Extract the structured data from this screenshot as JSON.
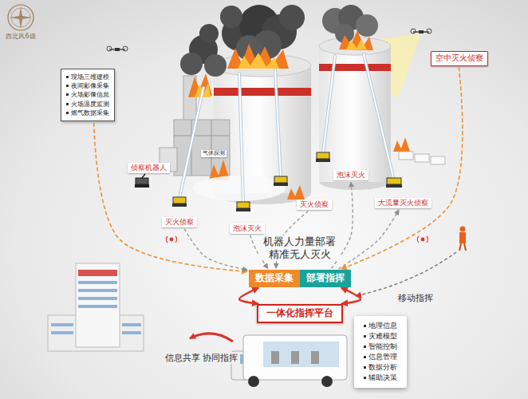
{
  "diagram": {
    "nodes": [
      {
        "text": [
          "现场三维建模",
          "夜间影像采集",
          "火场影像信息",
          "火场温度监测",
          "燃气数据采集"
        ]
      },
      {
        "text": [
          "气体探测"
        ]
      },
      {
        "text": [
          "侦察机器人"
        ]
      },
      {
        "text": [
          "灭火侦察"
        ]
      },
      {
        "text": [
          "泡沫灭火"
        ]
      },
      {
        "text": [
          "灭火侦察"
        ]
      },
      {
        "text": [
          "泡沫灭火"
        ]
      },
      {
        "text": [
          "大流量灭火侦察"
        ]
      },
      {
        "text": [
          "空中灭火侦察"
        ]
      },
      {
        "text": [
          "数据采集"
        ]
      },
      {
        "text": [
          "部署指挥"
        ]
      },
      {
        "text": [
          "一体化指挥平台"
        ]
      },
      {
        "text": [
          "地理信息",
          "灾难模型",
          "智能控制",
          "信息管理",
          "数据分析",
          "辅助决策"
        ]
      }
    ],
    "edges": [
      {
        "from": 0,
        "to": 9,
        "arrow": "to"
      },
      {
        "from": 3,
        "to": 9,
        "arrow": "to"
      },
      {
        "from": 4,
        "to": 9,
        "arrow": "to"
      },
      {
        "from": 5,
        "to": 9,
        "arrow": "to"
      },
      {
        "from": 10,
        "to": 6,
        "arrow": "to"
      },
      {
        "from": 10,
        "to": 7,
        "arrow": "to"
      },
      {
        "from": 8,
        "to": 10,
        "arrow": "to"
      },
      {
        "from": 9,
        "to": 11,
        "arrow": "both"
      },
      {
        "from": 10,
        "to": 11,
        "arrow": "both"
      }
    ],
    "labels": [
      "西北风6级",
      "机器人力量部署 精准无人灭火",
      "移动指挥",
      "信息共享 协同指挥"
    ]
  }
}
